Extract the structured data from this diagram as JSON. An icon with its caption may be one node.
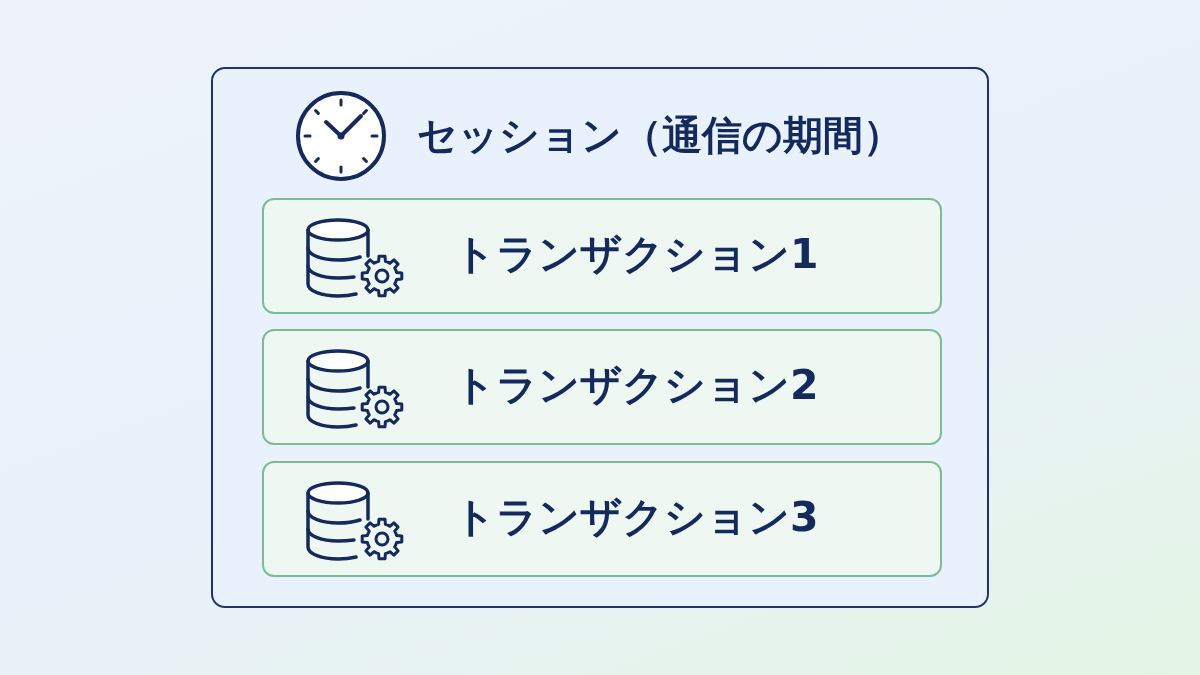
{
  "diagram": {
    "nodes": [
      {
        "text": [
          "セッション（通信の期間）"
        ]
      },
      {
        "text": [
          "トランザクション1"
        ],
        "in": 0
      },
      {
        "text": [
          "トランザクション2"
        ],
        "in": 0
      },
      {
        "text": [
          "トランザクション3"
        ],
        "in": 0
      }
    ]
  }
}
